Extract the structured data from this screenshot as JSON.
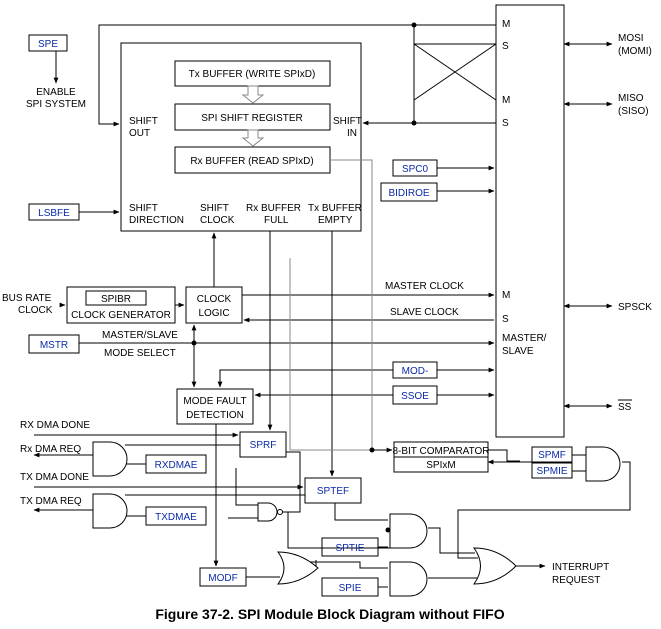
{
  "caption": "Figure 37-2. SPI Module Block Diagram without FIFO",
  "blocks": {
    "spe": "SPE",
    "enable_1": "ENABLE",
    "enable_2": "SPI SYSTEM",
    "tx_buffer": "Tx BUFFER (WRITE SPIxD)",
    "shift_register": "SPI SHIFT REGISTER",
    "rx_buffer": "Rx BUFFER (READ SPIxD)",
    "shift_out_1": "SHIFT",
    "shift_out_2": "OUT",
    "shift_in_1": "SHIFT",
    "shift_in_2": "IN",
    "shift_dir_1": "SHIFT",
    "shift_dir_2": "DIRECTION",
    "shift_clk_1": "SHIFT",
    "shift_clk_2": "CLOCK",
    "rx_full_1": "Rx BUFFER",
    "rx_full_2": "FULL",
    "tx_empty_1": "Tx BUFFER",
    "tx_empty_2": "EMPTY",
    "lsbfe": "LSBFE",
    "spc0": "SPC0",
    "bidiroe": "BIDIROE",
    "bus_rate_1": "BUS RATE",
    "bus_rate_2": "CLOCK",
    "spibr": "SPIBR",
    "clock_generator": "CLOCK GENERATOR",
    "clock_logic_1": "CLOCK",
    "clock_logic_2": "LOGIC",
    "master_clock": "MASTER CLOCK",
    "slave_clock": "SLAVE CLOCK",
    "mstr": "MSTR",
    "master_slave_sig": "MASTER/SLAVE",
    "mode_select": "MODE SELECT",
    "mod_dash": "MOD-",
    "ssoe": "SSOE",
    "mode_fault_1": "MODE FAULT",
    "mode_fault_2": "DETECTION",
    "rx_dma_done": "RX DMA DONE",
    "rx_dma_req": "Rx  DMA REQ",
    "tx_dma_done": "TX DMA DONE",
    "tx_dma_req": "TX DMA REQ",
    "sprf": "SPRF",
    "rxdmae": "RXDMAE",
    "sptef": "SPTEF",
    "txdmae": "TXDMAE",
    "sptie": "SPTIE",
    "spie": "SPIE",
    "modf": "MODF",
    "comparator_1": "8-BIT COMPARATOR",
    "comparator_2": "SPIxM",
    "spmf": "SPMF",
    "spmie": "SPMIE",
    "interrupt_1": "INTERRUPT",
    "interrupt_2": "REQUEST"
  },
  "pin_logic": {
    "m_top": "M",
    "s_top": "S",
    "m_mid": "M",
    "s_mid": "S",
    "m_clk": "M",
    "s_clk": "S",
    "master_slave_1": "MASTER/",
    "master_slave_2": "SLAVE"
  },
  "pins": {
    "mosi_1": "MOSI",
    "mosi_2": "(MOMI)",
    "miso_1": "MISO",
    "miso_2": "(SISO)",
    "spsck": "SPSCK",
    "ss": "SS"
  }
}
